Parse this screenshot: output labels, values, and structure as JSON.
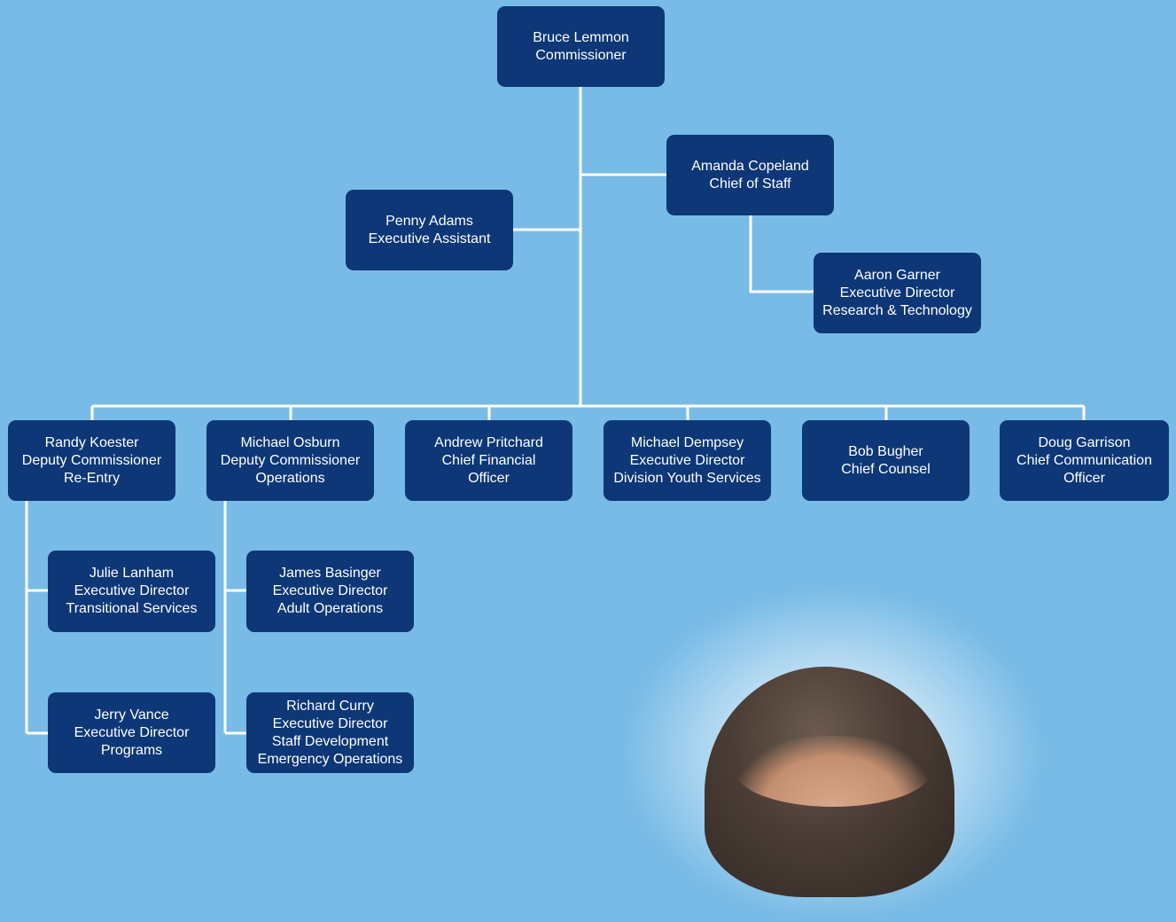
{
  "colors": {
    "background": "#78bbe6",
    "box": "#0d3777",
    "text": "#ffffff",
    "connector": "#ffffff"
  },
  "nodes": {
    "commissioner": {
      "name": "Bruce Lemmon",
      "title": "Commissioner"
    },
    "chief_of_staff": {
      "name": "Amanda Copeland",
      "title": "Chief of Staff"
    },
    "executive_assistant": {
      "name": "Penny Adams",
      "title": "Executive Assistant"
    },
    "research_technology": {
      "name": "Aaron Garner",
      "title": "Executive Director",
      "division": "Research & Technology"
    },
    "re_entry": {
      "name": "Randy Koester",
      "title": "Deputy Commissioner",
      "division": "Re-Entry"
    },
    "operations": {
      "name": "Michael Osburn",
      "title": "Deputy Commissioner",
      "division": "Operations"
    },
    "cfo": {
      "name": "Andrew Pritchard",
      "title_line1": "Chief Financial",
      "title_line2": "Officer"
    },
    "youth_services": {
      "name": "Michael Dempsey",
      "title": "Executive Director",
      "division": "Division Youth Services"
    },
    "counsel": {
      "name": "Bob Bugher",
      "title": "Chief Counsel"
    },
    "communication": {
      "name": "Doug Garrison",
      "title_line1": "Chief Communication",
      "title_line2": "Officer"
    },
    "transitional_services": {
      "name": "Julie Lanham",
      "title": "Executive Director",
      "division": "Transitional Services"
    },
    "programs": {
      "name": "Jerry Vance",
      "title": "Executive Director",
      "division": "Programs"
    },
    "adult_operations": {
      "name": "James Basinger",
      "title": "Executive Director",
      "division": "Adult Operations"
    },
    "staff_development": {
      "name": "Richard Curry",
      "title": "Executive Director",
      "division": "Staff Development",
      "division2": "Emergency Operations"
    }
  },
  "photo": {
    "subject": "commissioner-portrait-photo"
  }
}
